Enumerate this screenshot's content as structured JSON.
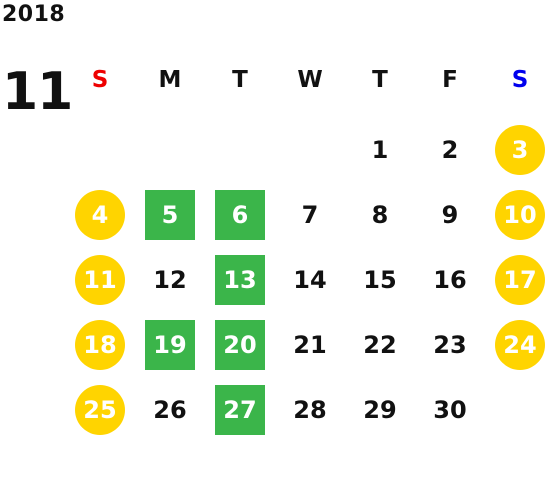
{
  "calendar": {
    "year": "2018",
    "month": "11",
    "colors": {
      "weekend_circle": "#FFD400",
      "marked_day": "#3BB54A",
      "sunday_header": "#EE0000",
      "saturday_header": "#0000EE",
      "weekday_text": "#111111",
      "highlight_text": "#FFFFFF"
    },
    "weekdays": [
      {
        "label": "S",
        "kind": "sunday"
      },
      {
        "label": "M",
        "kind": "weekday"
      },
      {
        "label": "T",
        "kind": "weekday"
      },
      {
        "label": "W",
        "kind": "weekday"
      },
      {
        "label": "T",
        "kind": "weekday"
      },
      {
        "label": "F",
        "kind": "weekday"
      },
      {
        "label": "S",
        "kind": "saturday"
      }
    ],
    "first_weekday_index": 4,
    "days_in_month": 30,
    "marked_days": [
      5,
      6,
      13,
      19,
      20,
      27
    ],
    "weekend_days": [
      3,
      4,
      10,
      11,
      17,
      18,
      24,
      25
    ]
  }
}
